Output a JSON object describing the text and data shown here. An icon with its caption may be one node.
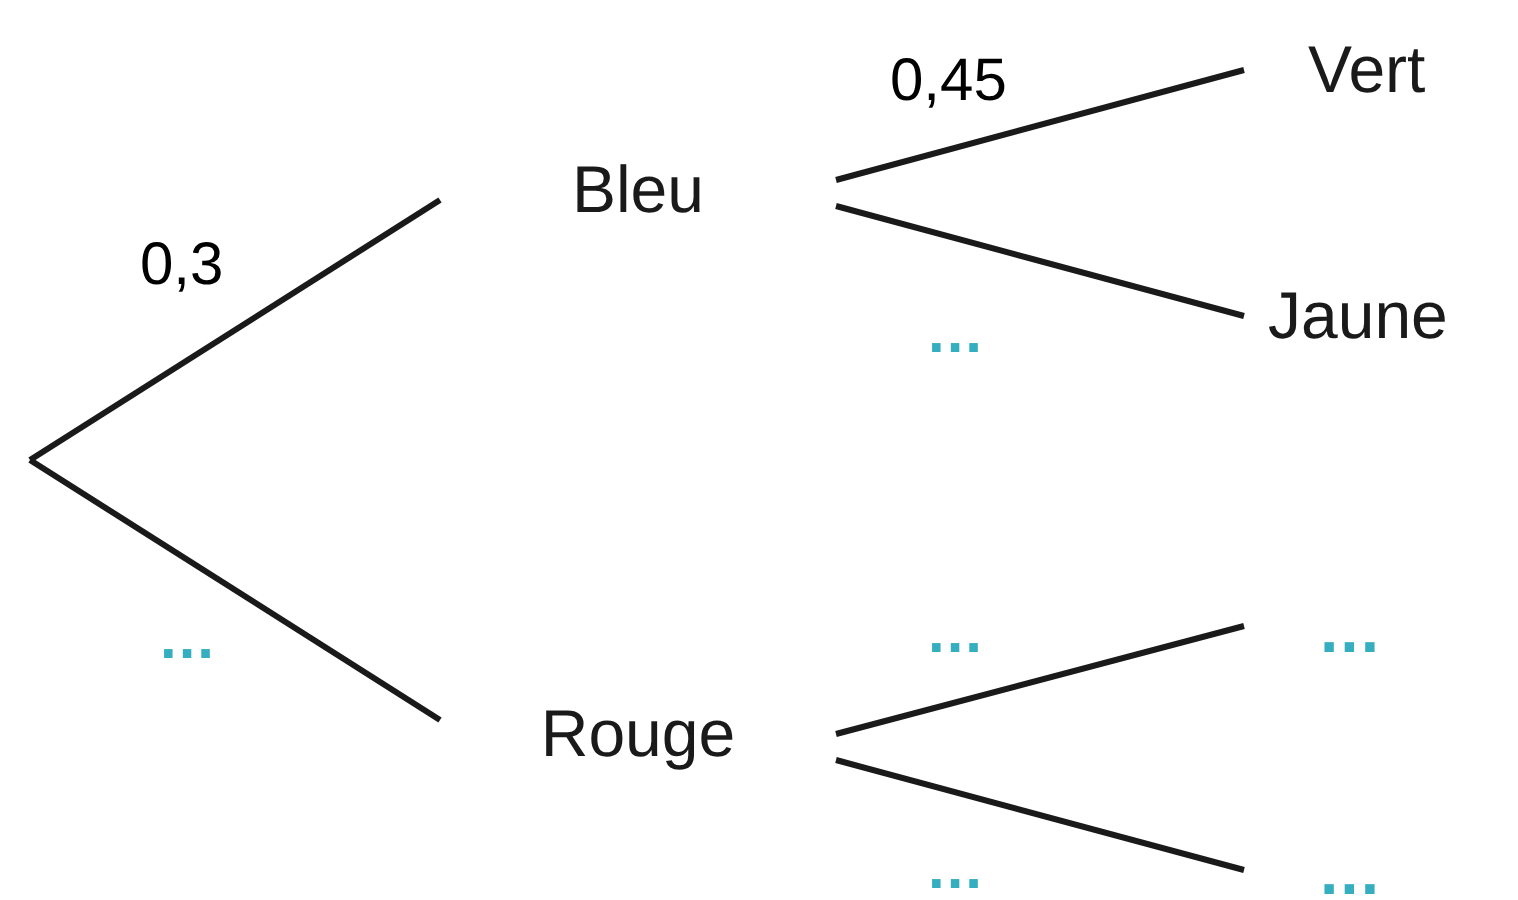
{
  "diagram": {
    "nodes": [
      {
        "text": [
          "Bleu"
        ]
      },
      {
        "text": [
          "Rouge"
        ]
      },
      {
        "text": [
          "Vert"
        ]
      },
      {
        "text": [
          "Jaune"
        ]
      },
      {
        "text": [
          "..."
        ]
      },
      {
        "text": [
          "..."
        ]
      }
    ],
    "edges": [
      {
        "from": null,
        "to": 0,
        "arrow": "none",
        "label": "0,3"
      },
      {
        "from": null,
        "to": 1,
        "arrow": "none",
        "label": "..."
      },
      {
        "from": 0,
        "to": 2,
        "arrow": "none",
        "label": "0,45"
      },
      {
        "from": 0,
        "to": 3,
        "arrow": "none",
        "label": "..."
      },
      {
        "from": 1,
        "to": 4,
        "arrow": "none",
        "label": "..."
      },
      {
        "from": 1,
        "to": 5,
        "arrow": "none",
        "label": "..."
      }
    ]
  }
}
